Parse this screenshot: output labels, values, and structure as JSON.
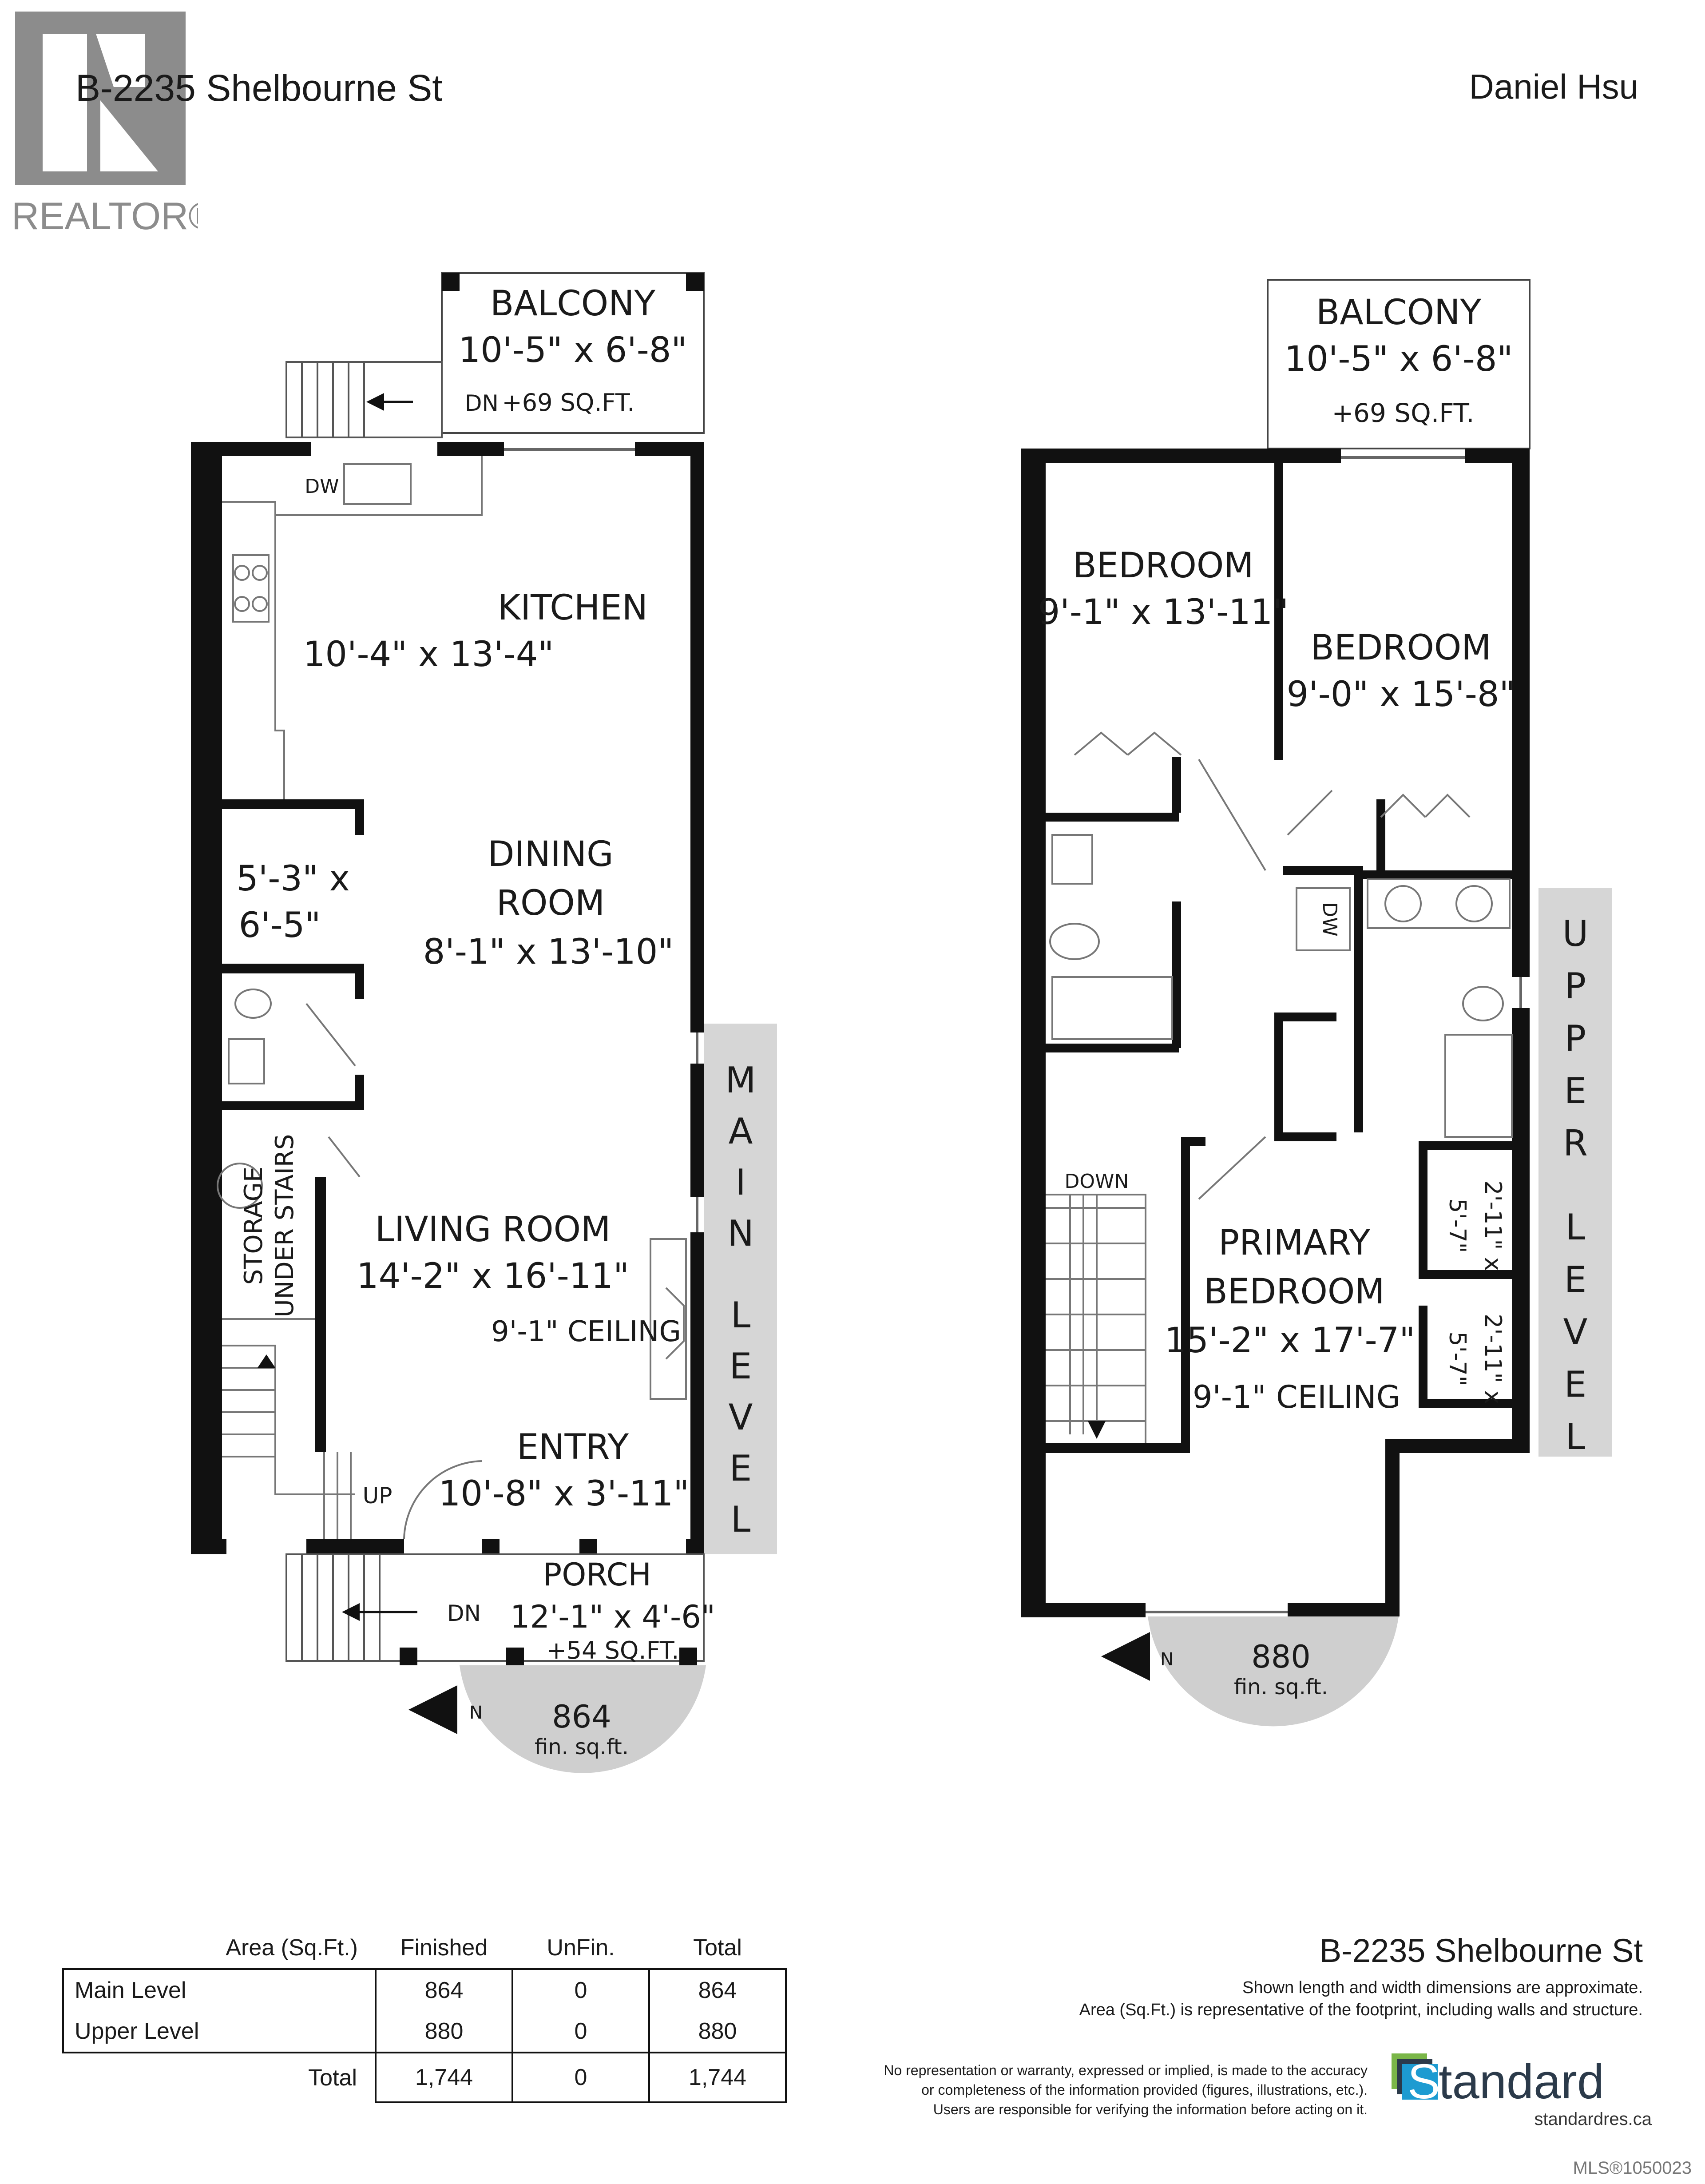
{
  "header": {
    "address": "B-2235 Shelbourne St",
    "agent": "Daniel Hsu",
    "logo_text": "REALTOR®"
  },
  "main_level": {
    "level_label": "MAIN LEVEL",
    "area_value": "864",
    "area_unit": "fin. sq.ft.",
    "north": "N",
    "rooms": {
      "balcony": {
        "name": "BALCONY",
        "dims": "10'-5\" x 6'-8\"",
        "area": "+69 SQ.FT."
      },
      "kitchen": {
        "name": "KITCHEN",
        "dims": "10'-4\" x 13'-4\""
      },
      "storage_closet": {
        "dims_line1": "5'-3\" x",
        "dims_line2": "6'-5\""
      },
      "dining": {
        "name_line1": "DINING",
        "name_line2": "ROOM",
        "dims": "8'-1\" x 13'-10\""
      },
      "living": {
        "name": "LIVING ROOM",
        "dims": "14'-2\" x 16'-11\"",
        "ceiling": "9'-1\" CEILING"
      },
      "entry": {
        "name": "ENTRY",
        "dims": "10'-8\" x 3'-11\""
      },
      "porch": {
        "name": "PORCH",
        "dims": "12'-1\" x 4'-6\"",
        "area": "+54 SQ.FT."
      },
      "storage_stairs": {
        "line1": "STORAGE",
        "line2": "UNDER STAIRS"
      }
    },
    "labels": {
      "dw": "DW",
      "dn_top": "DN",
      "dn_bottom": "DN",
      "up": "UP"
    }
  },
  "upper_level": {
    "level_label": "UPPER LEVEL",
    "area_value": "880",
    "area_unit": "fin. sq.ft.",
    "north": "N",
    "rooms": {
      "balcony": {
        "name": "BALCONY",
        "dims": "10'-5\" x 6'-8\"",
        "area": "+69 SQ.FT."
      },
      "bedroom1": {
        "name": "BEDROOM",
        "dims": "9'-1\" x 13'-11\""
      },
      "bedroom2": {
        "name": "BEDROOM",
        "dims": "9'-0\" x 15'-8\""
      },
      "primary": {
        "name_line1": "PRIMARY",
        "name_line2": "BEDROOM",
        "dims": "15'-2\" x 17'-7\"",
        "ceiling": "9'-1\" CEILING"
      },
      "closet1": {
        "dims_line1": "2'-11\" x",
        "dims_line2": "5'-7\""
      },
      "closet2": {
        "dims_line1": "2'-11\" x",
        "dims_line2": "5'-7\""
      }
    },
    "labels": {
      "dw": "DW",
      "down": "DOWN"
    }
  },
  "area_table": {
    "headers": [
      "Area (Sq.Ft.)",
      "Finished",
      "UnFin.",
      "Total"
    ],
    "rows": [
      [
        "Main Level",
        "864",
        "0",
        "864"
      ],
      [
        "Upper Level",
        "880",
        "0",
        "880"
      ]
    ],
    "total_row": [
      "Total",
      "1,744",
      "0",
      "1,744"
    ]
  },
  "footer": {
    "address": "B-2235 Shelbourne St",
    "note1": "Shown length and width dimensions are approximate.",
    "note2": "Area (Sq.Ft.) is representative of the footprint, including walls and structure.",
    "disclaimer1": "No representation or warranty, expressed or implied, is made to the accuracy",
    "disclaimer2": "or completeness of the information provided (figures, illustrations, etc.).",
    "disclaimer3": "Users are responsible for verifying the information before acting on it.",
    "brand_initial": "S",
    "brand_rest": "tandard",
    "brand_url": "standardres.ca",
    "mls": "MLS®1050023"
  },
  "colors": {
    "wall": "#111111",
    "level_band": "#d6d6d6",
    "compass": "#cfcfcf",
    "brand": "#1d9bd1"
  }
}
